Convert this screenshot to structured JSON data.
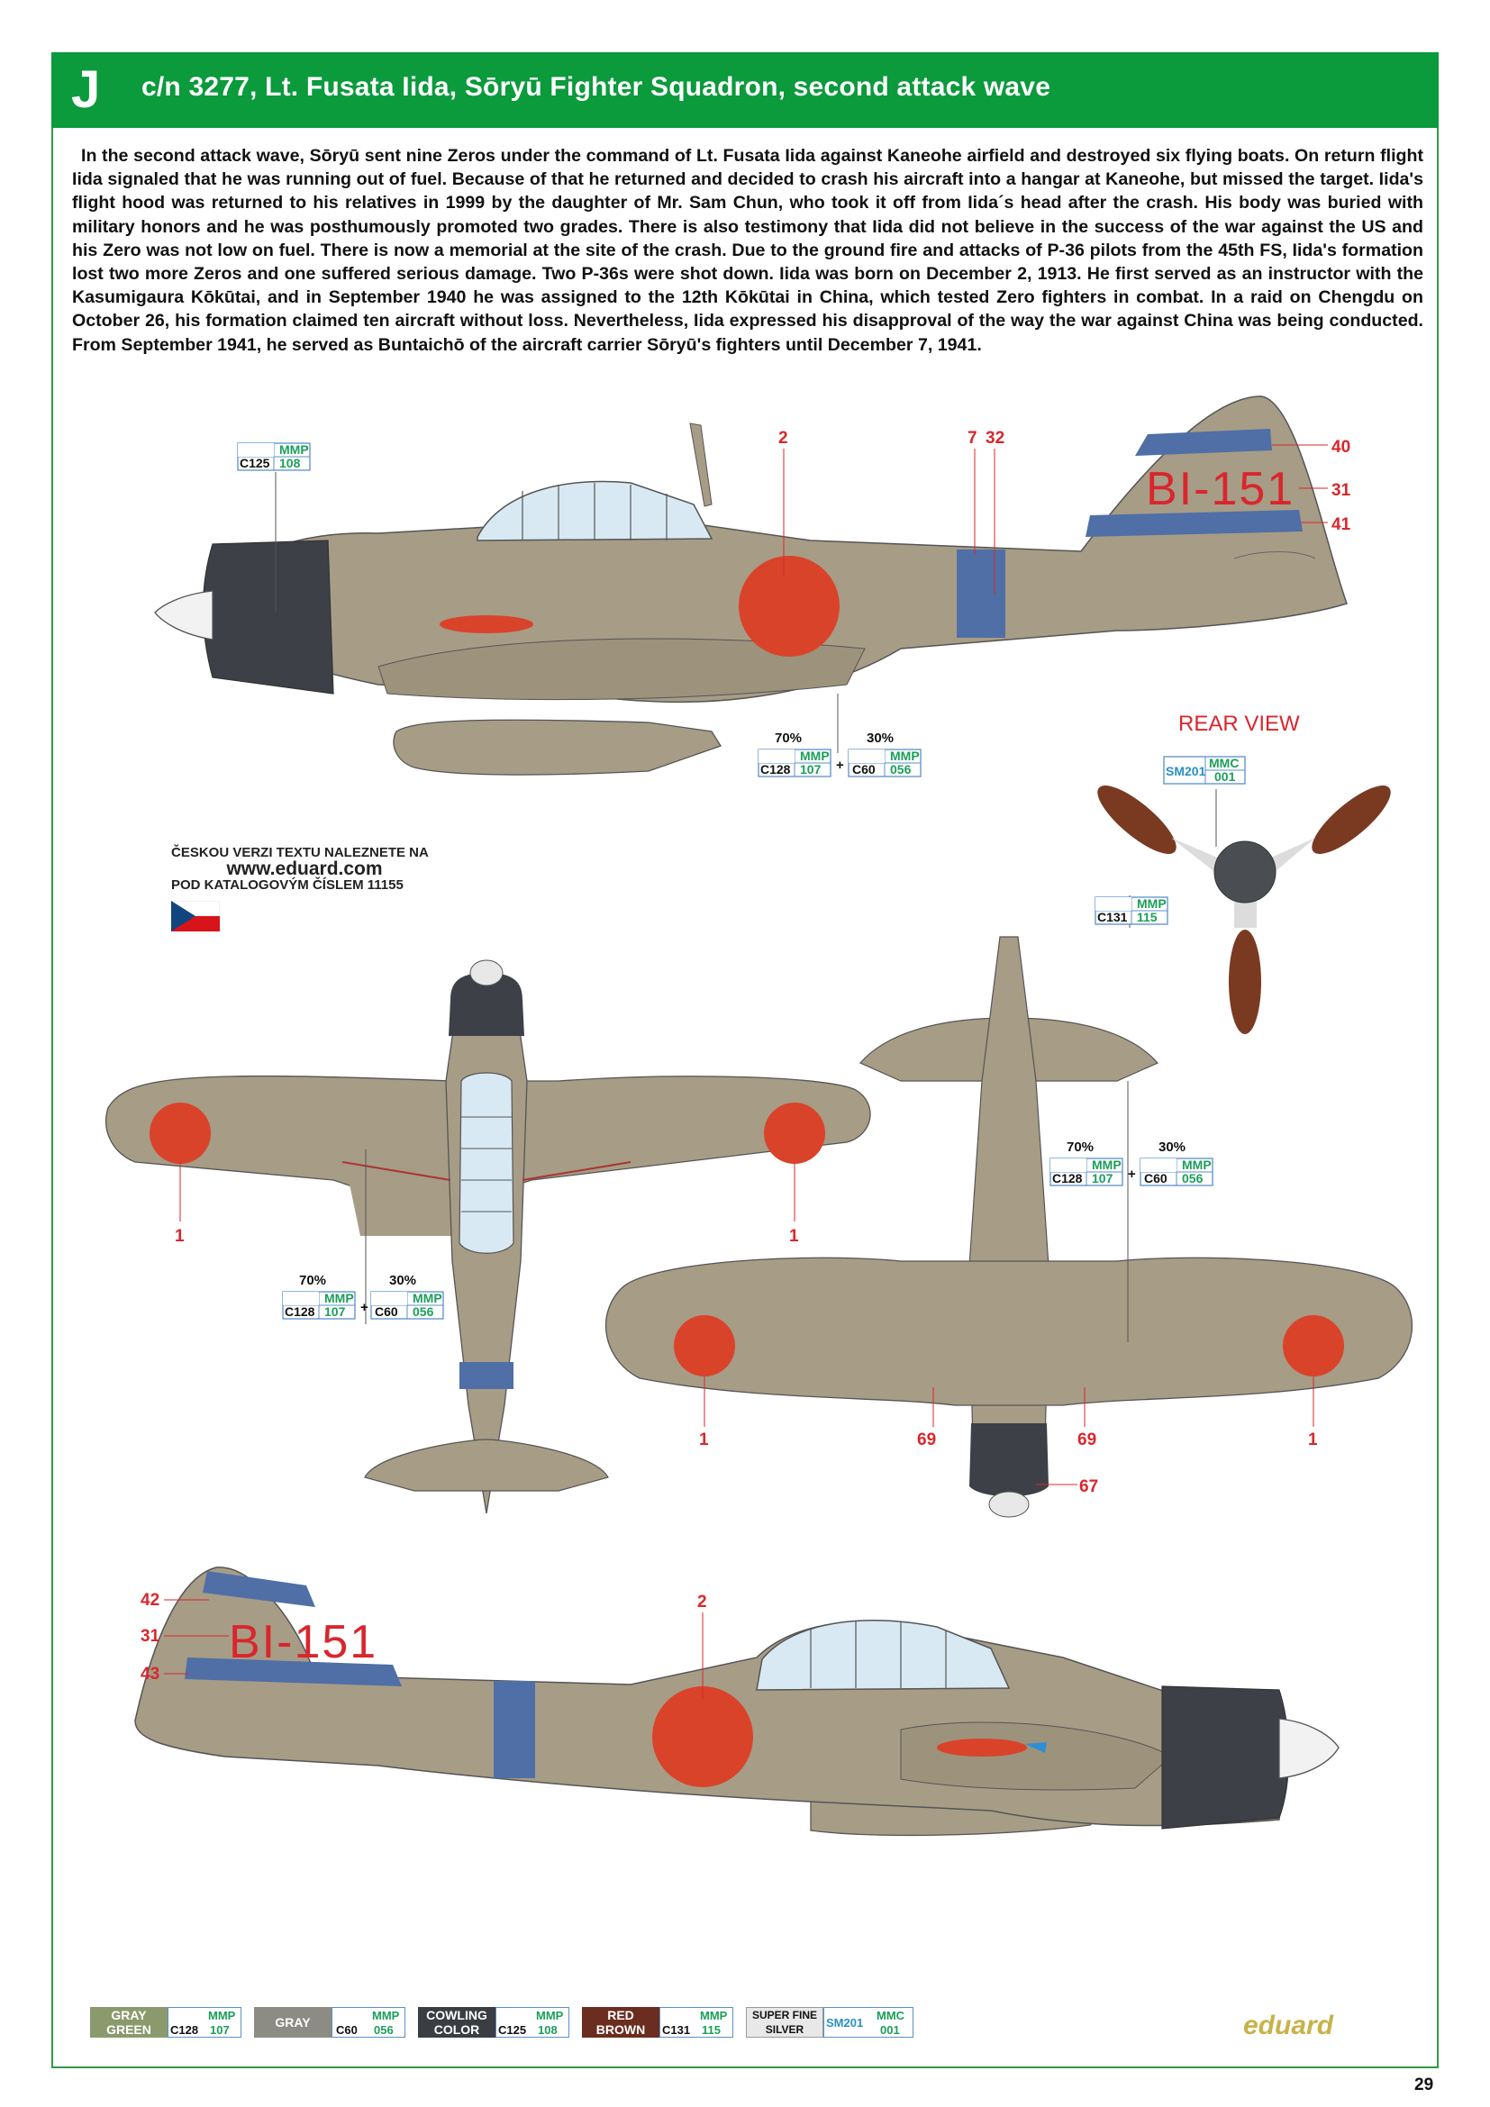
{
  "header": {
    "letter": "J",
    "title": "c/n 3277, Lt. Fusata Iida, Sōryū Fighter Squadron, second attack wave"
  },
  "story": "In the second attack wave, Sōryū sent nine Zeros under the command of Lt. Fusata Iida against Kaneohe airfield and destroyed six flying boats. On return flight Iida signaled that he was running out of fuel. Because of that he returned and decided to crash his aircraft into a hangar at Kaneohe, but missed the target. Iida's flight hood was returned to his relatives in 1999 by the daughter of Mr. Sam Chun, who took it off from Iida´s head after the crash. His body was buried with military honors and he was posthumously promoted two grades. There is also testimony that Iida did not believe in the success of the war against the US and his Zero was not low on fuel. There is now a memorial at the site of the crash. Due to the ground fire and attacks of P-36 pilots from the 45th FS, Iida's formation lost two more Zeros and one suffered serious damage. Two P-36s were shot down. Iida was born on December 2, 1913. He first served as an instructor with the Kasumigaura Kōkūtai, and in September 1940 he was assigned to the 12th Kōkūtai in China, which tested Zero fighters in combat. In a raid on Chengdu on October 26, his formation claimed ten aircraft without loss. Nevertheless, Iida expressed his disapproval of the way the war against China was being conducted. From September 1941, he served as Buntaichō of the aircraft carrier Sōryū's fighters until December 7, 1941.",
  "tail_code": "BI-151",
  "callouts": {
    "n1": "1",
    "n2": "2",
    "n7": "7",
    "n32": "32",
    "n40": "40",
    "n31": "31",
    "n41": "41",
    "n42": "42",
    "n43": "43",
    "n67": "67",
    "n69": "69"
  },
  "mix": {
    "p70": "70%",
    "p30": "30%",
    "plus": "+"
  },
  "paint_codes": {
    "mmp": "MMP",
    "mmc": "MMC",
    "c125": "C125",
    "v108": "108",
    "c128": "C128",
    "v107": "107",
    "c60": "C60",
    "v056": "056",
    "c131": "C131",
    "v115": "115",
    "sm201": "SM201",
    "v001": "001"
  },
  "rear_view": "REAR VIEW",
  "czech_note": {
    "line1": "ČESKOU VERZI TEXTU NALEZNETE NA",
    "url": "www.eduard.com",
    "line3": "POD KATALOGOVÝM ČÍSLEM 11155"
  },
  "legend": [
    {
      "name": "GRAY GREEN",
      "color": "#8a9a6c",
      "code": "C128",
      "mmp": "107"
    },
    {
      "name": "GRAY",
      "color": "#8c8c84",
      "code": "C60",
      "mmp": "056"
    },
    {
      "name": "COWLING COLOR",
      "color": "#3a3d42",
      "code": "C125",
      "mmp": "108"
    },
    {
      "name": "RED BROWN",
      "color": "#6b2d1f",
      "code": "C131",
      "mmp": "115"
    },
    {
      "name": "SUPER FINE SILVER",
      "color": "#e8e8e8",
      "code": "SM201",
      "mmp": "001"
    }
  ],
  "brand": "eduard",
  "page_number": "29",
  "colors": {
    "green": "#0b9a3c",
    "airframe": "#a79c86",
    "hinomaru": "#d9432a",
    "band": "#4f6fa6",
    "cowl": "#3d4047",
    "callout": "#d9262c",
    "paint_tag": "#1b9e5a"
  }
}
